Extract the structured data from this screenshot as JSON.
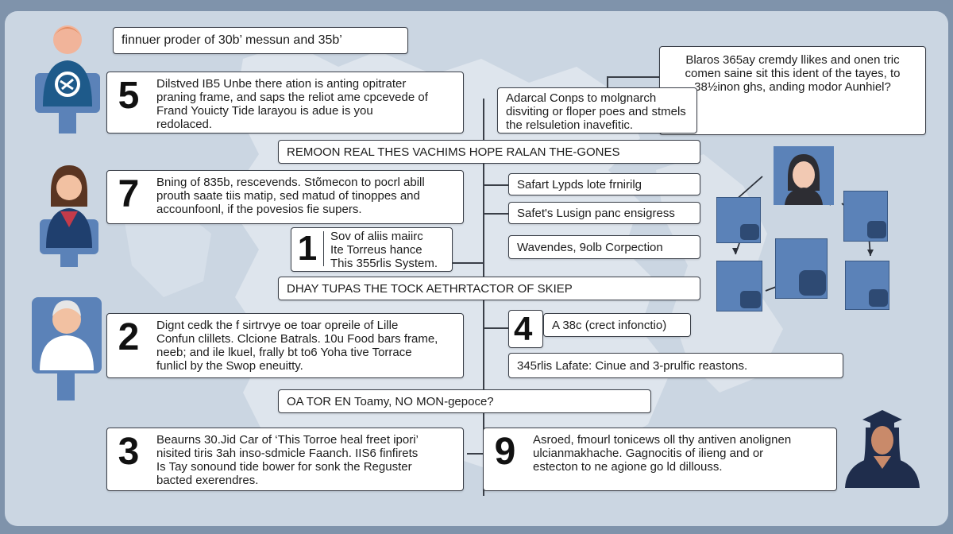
{
  "title": "finnuer proder of 30b’ messun and 35b’",
  "top_right_note": {
    "lines": [
      "Blaros 365ay cremdy llikes and onen tric",
      "comen saine sit this ident of the tayes, to",
      "38½inon ghs, anding modor Aunhiel?"
    ]
  },
  "note_left": {
    "lines": [
      "Adarcal Conps to molgnarch",
      "disviting or floper poes and stmels",
      "the relsuletion inavefitic."
    ]
  },
  "banners": [
    "REMOON REAL THES VACHIMS HOPE RALAN THE-GONES",
    "DHAY TUPAS THE TOCK AETHRTACTOR OF SKIEP",
    "OA TOR EN Toamy, NO MON-gepoce?"
  ],
  "cards": [
    {
      "number": "5",
      "lines": [
        "Dilstved IB5 Unbe there ation is anting opitrater",
        "praning frame, and saps the reliot ame cpcevede of",
        "Frand Youicty Tide larayou is adue is you",
        "redolaced."
      ]
    },
    {
      "number": "7",
      "lines": [
        "Bning of 835b, rescevends. Stõmecon to pocrl abill",
        "prouth saate tiis matip, sed matud of tinoppes and",
        "accounfoonl, if the povesios fie supers."
      ]
    },
    {
      "number": "1",
      "lines": [
        "Sov of aliis maiirc",
        "Ite Torreus hance",
        "This 355rlis System."
      ]
    },
    {
      "number": "2",
      "lines": [
        "Dignt cedk the f sirtrvye oe toar opreile of Lille",
        "Confun clillets. Clcione Batrals. 10u Food bars frame,",
        "neeb; and ile lkuel, frally bt to6 Yoha tive Torrace",
        "funlicl by the Swop eneuitty."
      ]
    },
    {
      "number": "4",
      "lines": [
        "A 38c (crect infonctio)"
      ]
    },
    {
      "number": "3",
      "lines": [
        "Beaurns 30.Jid Car of ‘This Torroe heal freet ipori’",
        "nisited tiris 3ah inso-sdmicle Faanch. IIS6 finfirets",
        "Is Tay sonound tide bower for sonk the Reguster",
        "bacted exerendres."
      ]
    },
    {
      "number": "9",
      "lines": [
        "Asroed, fmourl tonicews oll thy antiven anolignen",
        "ulcianmakhache. Gagnocitis of ilieng and or",
        "estecton to ne agione go ld dillouss."
      ]
    }
  ],
  "side_items": [
    "Safart Lypds lote frnirilg",
    "Safet's Lusign panc ensigress",
    "Wavendes, 9olb Corpection",
    "345rlis Lafate: Cinue and 3-prulfic reastons."
  ],
  "colors": {
    "frame_bg": "#cbd6e2",
    "outer_bg": "#7f93ab",
    "box_border": "#3a3f48",
    "block_blue": "#5b82b8",
    "block_dark": "#2e4a73",
    "person_navy": "#1f2d4c"
  },
  "icons": [
    "person-icon",
    "woman-icon",
    "elder-icon",
    "graduate-icon",
    "avatar-icon",
    "network-block-icon"
  ]
}
